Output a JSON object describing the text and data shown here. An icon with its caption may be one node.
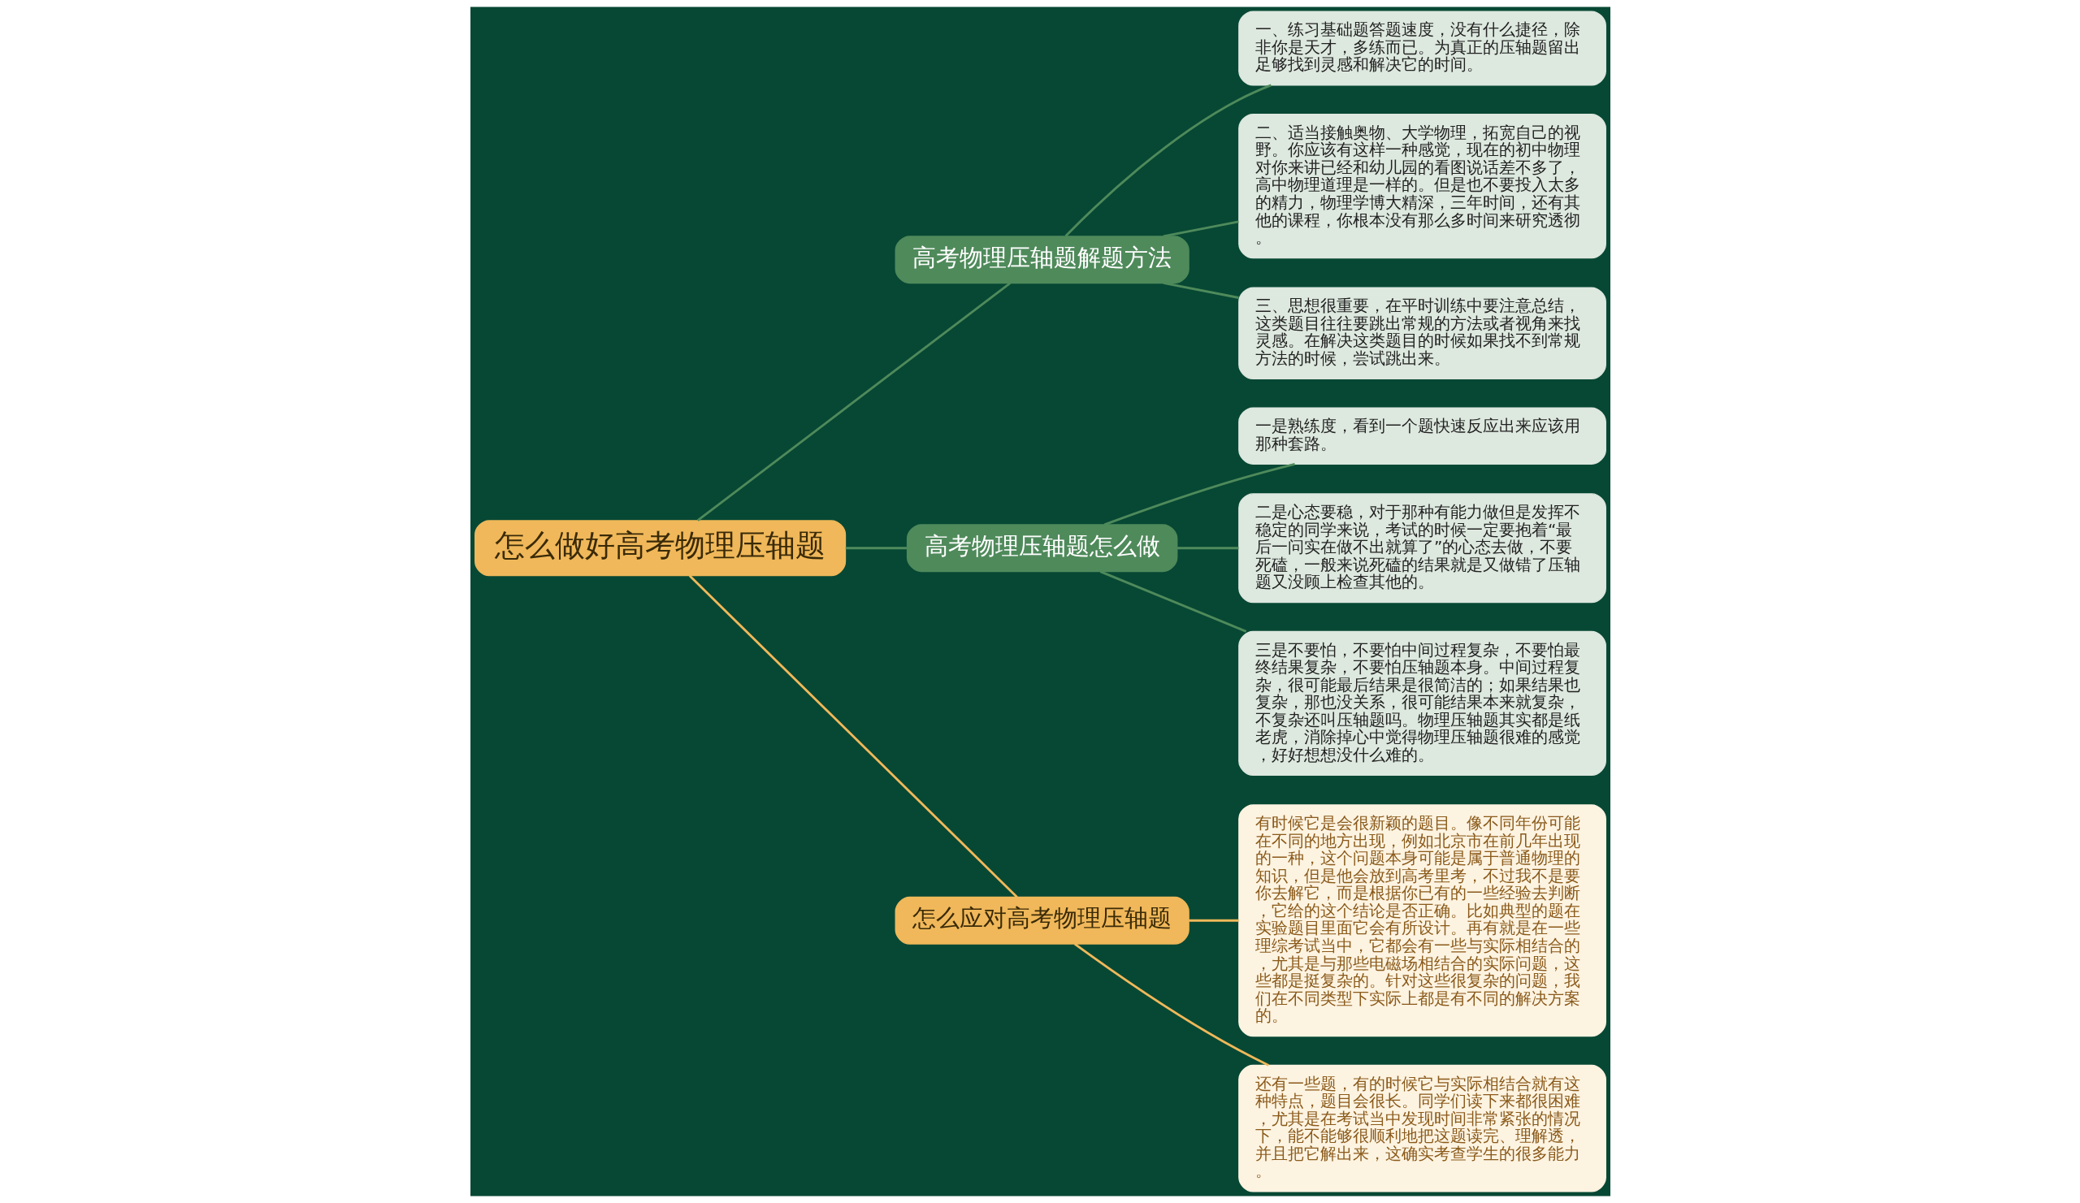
{
  "diagram": {
    "nodes": [
      {
        "text": [
          "怎么做好高考物理压轴题"
        ]
      },
      {
        "text": [
          "高考物理压轴题解题方法"
        ]
      },
      {
        "text": [
          "一、练习基础题答题速度，没有什么捷径，除非你是天才，多练而已。为真正的压轴题留出足够找到灵感和解决它的时间。"
        ]
      },
      {
        "text": [
          "二、适当接触奥物、大学物理，拓宽自己的视野。你应该有这样一种感觉，现在的初中物理对你来讲已经和幼儿园的看图说话差不多了，高中物理道理是一样的。但是也不要投入太多的精力，物理学博大精深，三年时间，还有其他的课程，你根本没有那么多时间来研究透彻。"
        ]
      },
      {
        "text": [
          "三、思想很重要，在平时训练中要注意总结，这类题目往往要跳出常规的方法或者视角来找灵感。在解决这类题目的时候如果找不到常规方法的时候，尝试跳出来。"
        ]
      },
      {
        "text": [
          "高考物理压轴题怎么做"
        ]
      },
      {
        "text": [
          "一是熟练度，看到一个题快速反应出来应该用那种套路。"
        ]
      },
      {
        "text": [
          "二是心态要稳，对于那种有能力做但是发挥不稳定的同学来说，考试的时候一定要抱着“最后一问实在做不出就算了”的心态去做，不要死磕，一般来说死磕的结果就是又做错了压轴题又没顾上检查其他的。"
        ]
      },
      {
        "text": [
          "三是不要怕，不要怕中间过程复杂，不要怕最终结果复杂，不要怕压轴题本身。中间过程复杂，很可能最后结果是很简洁的；如果结果也复杂，那也没关系，很可能结果本来就复杂，不复杂还叫压轴题吗。物理压轴题其实都是纸老虎，消除掉心中觉得物理压轴题很难的感觉，好好想想没什么难的。"
        ]
      },
      {
        "text": [
          "怎么应对高考物理压轴题"
        ]
      },
      {
        "text": [
          "有时候它是会很新颖的题目。像不同年份可能在不同的地方出现，例如北京市在前几年出现的一种，这个问题本身可能是属于普通物理的知识，但是他会放到高考里考，不过我不是要你去解它，而是根据你已有的一些经验去判断，它给的这个结论是否正确。比如典型的题在实验题目里面它会有所设计。再有就是在一些理综考试当中，它都会有一些与实际相结合的，尤其是与那些电磁场相结合的实际问题，这些都是挺复杂的。针对这些很复杂的问题，我们在不同类型下实际上都是有不同的解决方案的。"
        ]
      },
      {
        "text": [
          "还有一些题，有的时候它与实际相结合就有这种特点，题目会很长。同学们读下来都很困难，尤其是在考试当中发现时间非常紧张的情况下，能不能够很顺利地把这题读完、理解透，并且把它解出来，这确实考查学生的很多能力。"
        ]
      }
    ],
    "edges": [
      {
        "from": 0,
        "to": 1,
        "arrow": "none"
      },
      {
        "from": 1,
        "to": 2,
        "arrow": "none"
      },
      {
        "from": 1,
        "to": 3,
        "arrow": "none"
      },
      {
        "from": 1,
        "to": 4,
        "arrow": "none"
      },
      {
        "from": 0,
        "to": 5,
        "arrow": "none"
      },
      {
        "from": 5,
        "to": 6,
        "arrow": "none"
      },
      {
        "from": 5,
        "to": 7,
        "arrow": "none"
      },
      {
        "from": 5,
        "to": 8,
        "arrow": "none"
      },
      {
        "from": 0,
        "to": 9,
        "arrow": "none",
        "color": "#f0b85a"
      },
      {
        "from": 9,
        "to": 10,
        "arrow": "none",
        "color": "#f0b85a"
      },
      {
        "from": 9,
        "to": 11,
        "arrow": "none",
        "color": "#f0b85a"
      }
    ]
  }
}
